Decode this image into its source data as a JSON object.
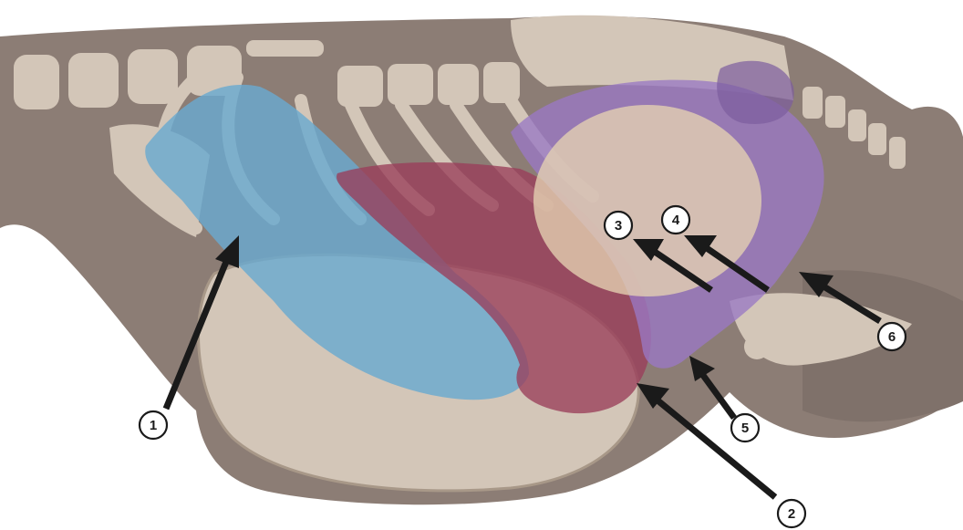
{
  "figure": {
    "colors": {
      "background": "#ffffff",
      "body": "#8c7d75",
      "bone": "#d3c6b8",
      "rumen": "#6aaad0",
      "reticulum_region": "#9a3e5a",
      "omasum_abomasum": "#9a78c4",
      "overlay_tan": "#e6d2b2",
      "callout": "#1a1a1a"
    },
    "callouts": [
      {
        "label": "1"
      },
      {
        "label": "2"
      },
      {
        "label": "3"
      },
      {
        "label": "4"
      },
      {
        "label": "5"
      },
      {
        "label": "6"
      }
    ]
  }
}
